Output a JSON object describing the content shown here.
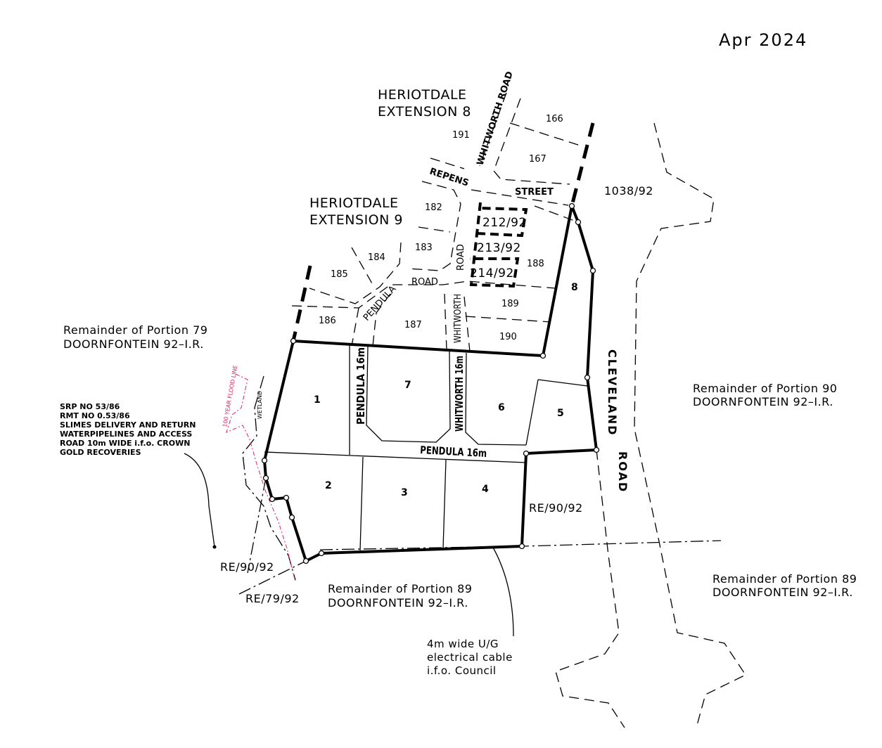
{
  "date": "Apr 2024",
  "townships": {
    "ext8": [
      "HERIOTDALE",
      "EXTENSION 8"
    ],
    "ext9": [
      "HERIOTDALE",
      "EXTENSION 9"
    ]
  },
  "streets": {
    "whitworth_road_top": "WHITWORTH ROAD",
    "repens": "REPENS",
    "street": "STREET",
    "road_vertical": "ROAD",
    "pendula_road": "ROAD",
    "pendula": "PENDULA",
    "whitworth": "WHITWORTH",
    "pendula_16m_v": "PENDULA 16m",
    "whitworth_16m": "WHITWORTH 16m",
    "pendula_16m_h": "PENDULA 16m",
    "cleveland": "CLEVELAND",
    "cleveland_road": "ROAD"
  },
  "erven": [
    "166",
    "167",
    "191",
    "182",
    "183",
    "184",
    "185",
    "186",
    "187",
    "188",
    "189",
    "190"
  ],
  "portions": [
    "212/92",
    "213/92",
    "214/92",
    "1038/92",
    "RE/90/92",
    "RE/90/92",
    "RE/79/92"
  ],
  "lots": [
    "1",
    "2",
    "3",
    "4",
    "5",
    "6",
    "7",
    "8"
  ],
  "remainders": {
    "p79": [
      "Remainder of Portion 79",
      "DOORNFONTEIN 92–I.R."
    ],
    "p90": [
      "Remainder of Portion 90",
      "DOORNFONTEIN 92–I.R."
    ],
    "p89_center": [
      "Remainder of Portion 89",
      "DOORNFONTEIN 92–I.R."
    ],
    "p89_right": [
      "Remainder of Portion 89",
      "DOORNFONTEIN 92–I.R."
    ]
  },
  "servitude_note": [
    "SRP NO 53/86",
    "RMT NO 0.53/86",
    "SLIMES DELIVERY AND RETURN",
    "WATERPIPELINES AND ACCESS",
    "ROAD 10m WIDE i.f.o. CROWN",
    "GOLD RECOVERIES"
  ],
  "flood_line": "100 YEAR FLOOD LINE",
  "wetland": "WETLAND",
  "cable_note": [
    "4m wide U/G",
    "electrical cable",
    "i.f.o. Council"
  ],
  "colors": {
    "flood_line": "#e0245e",
    "lines": "#000000"
  }
}
